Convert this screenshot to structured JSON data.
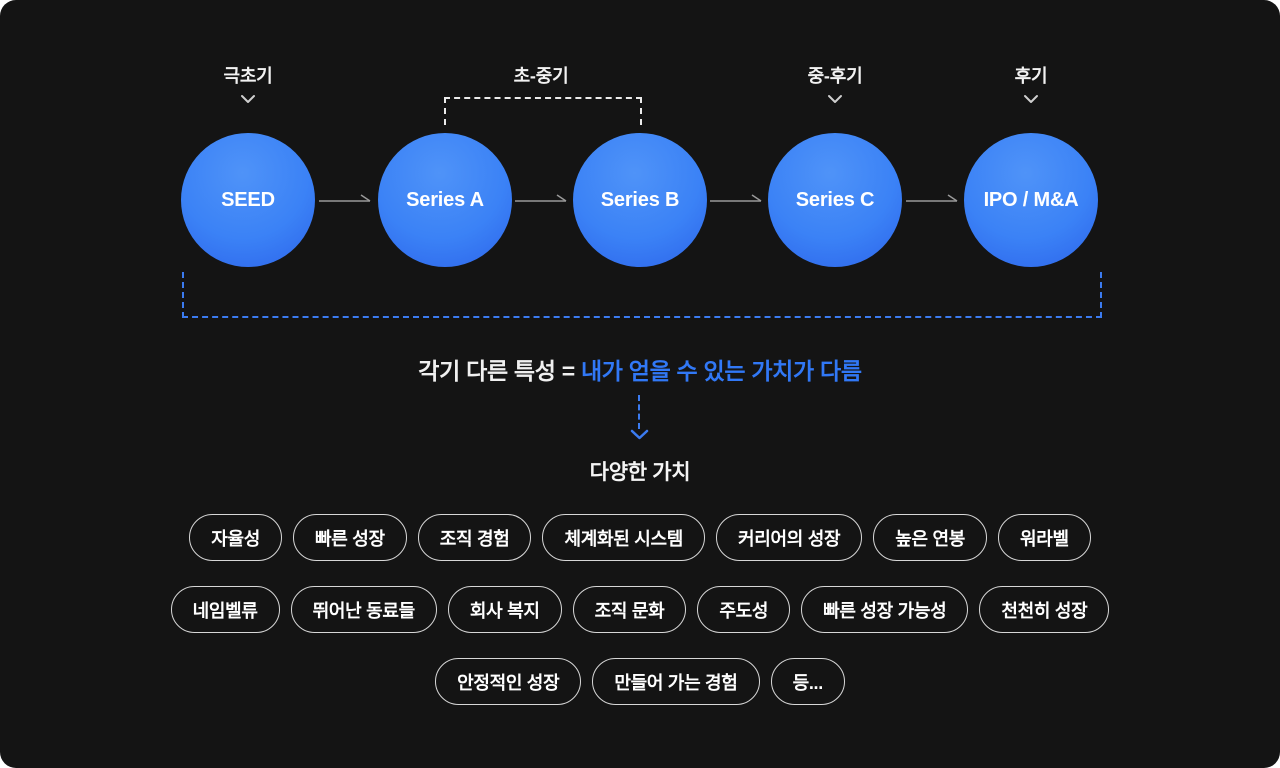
{
  "diagram": {
    "phases": [
      {
        "label": "극초기"
      },
      {
        "label": "초-중기"
      },
      {
        "label": "중-후기"
      },
      {
        "label": "후기"
      }
    ],
    "stages": [
      {
        "label": "SEED"
      },
      {
        "label": "Series A"
      },
      {
        "label": "Series B"
      },
      {
        "label": "Series C"
      },
      {
        "label": "IPO / M&A"
      }
    ]
  },
  "equation": {
    "prefix": "각기 다른 특성 = ",
    "highlight": "내가 얻을 수 있는 가치가 다름"
  },
  "values": {
    "title": "다양한 가치",
    "rows": [
      [
        "자율성",
        "빠른 성장",
        "조직 경험",
        "체계화된 시스템",
        "커리어의 성장",
        "높은 연봉",
        "워라벨"
      ],
      [
        "네임벨류",
        "뛰어난 동료들",
        "회사 복지",
        "조직 문화",
        "주도성",
        "빠른 성장 가능성",
        "천천히 성장"
      ],
      [
        "안정적인 성장",
        "만들어 가는 경험",
        "등..."
      ]
    ]
  },
  "colors": {
    "background": "#141414",
    "circle_gradient_light": "#4f93f8",
    "circle_gradient_dark": "#2c63ea",
    "accent_blue": "#3178f6",
    "dashed_blue": "#3b7bf0",
    "pill_border": "#ececec",
    "text": "#f2f2f2",
    "arrow_gray": "#9a9a9a"
  }
}
